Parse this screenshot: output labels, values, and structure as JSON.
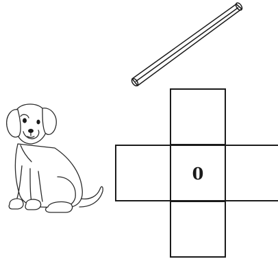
{
  "puzzle": {
    "center_cell_label": "0"
  },
  "illustrations": {
    "animal": "dog",
    "object": "stick"
  },
  "colors": {
    "line": "#1a1a1a",
    "background": "#ffffff"
  }
}
